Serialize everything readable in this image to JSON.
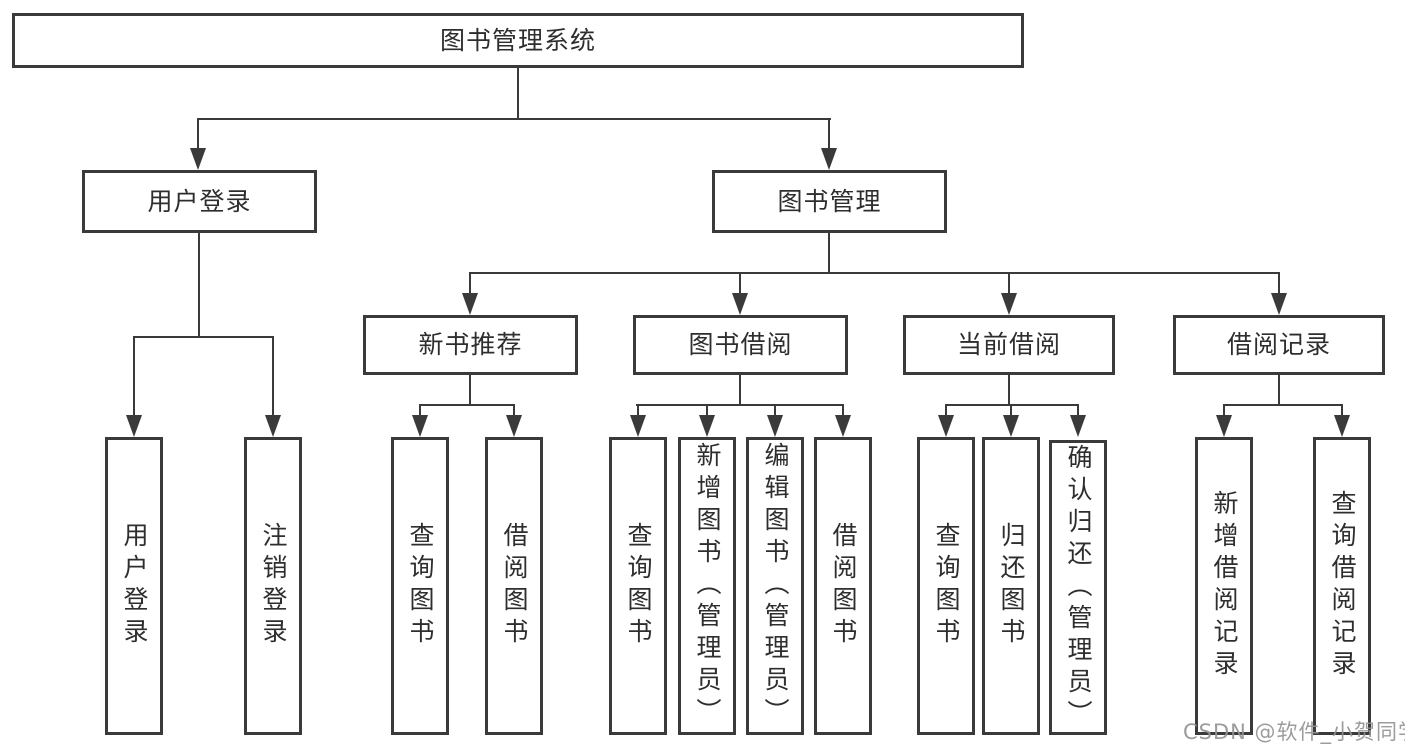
{
  "nodes": {
    "root": "图书管理系统",
    "user_login": "用户登录",
    "book_mgmt": "图书管理",
    "new_book_rec": "新书推荐",
    "book_borrow": "图书借阅",
    "current_borrow": "当前借阅",
    "borrow_record": "借阅记录",
    "ul_leaf1": "用户登录",
    "ul_leaf2": "注销登录",
    "nb_leaf1": "查询图书",
    "nb_leaf2": "借阅图书",
    "bb_leaf1": "查询图书",
    "bb_leaf2": "新增图书（管理员）",
    "bb_leaf3": "编辑图书（管理员）",
    "bb_leaf4": "借阅图书",
    "cb_leaf1": "查询图书",
    "cb_leaf2": "归还图书",
    "cb_leaf3": "确认归还（管理员）",
    "br_leaf1": "新增借阅记录",
    "br_leaf2": "查询借阅记录"
  },
  "watermark": "CSDN @软件_小贺同学",
  "colors": {
    "line": "#3a3a3a",
    "text": "#2e2e2e",
    "background": "#ffffff",
    "watermark": "#949494"
  }
}
